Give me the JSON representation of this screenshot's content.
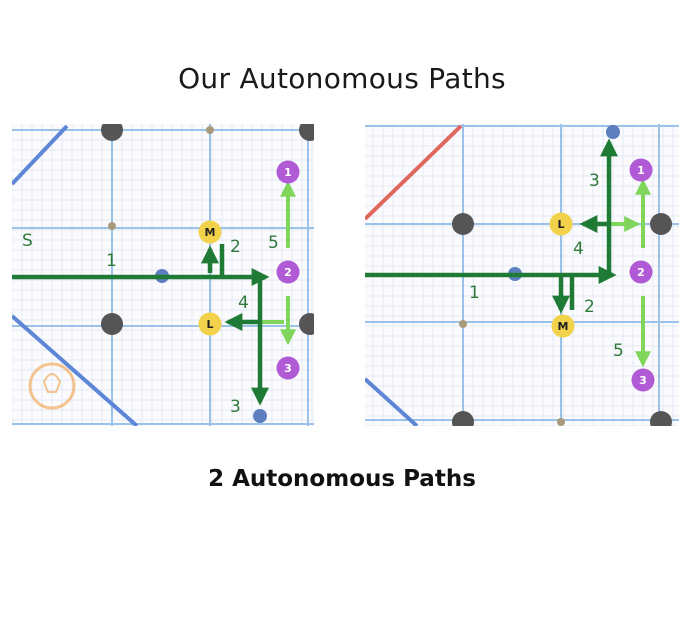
{
  "page": {
    "title": "Our Autonomous Paths",
    "caption": "2 Autonomous Paths"
  },
  "colors": {
    "path_dark": "#1f7a35",
    "path_light": "#7fd65a",
    "node_purple": "#b05ad6",
    "node_yellow": "#f2d24a",
    "grid_line": "#9bc3ea",
    "peg_dark": "#555555",
    "diagonal_blue": "#5d87d6",
    "diagonal_red": "#e0675e"
  },
  "left_diagram": {
    "start_label": "S",
    "path_labels": [
      "1",
      "2",
      "3",
      "4",
      "5"
    ],
    "nodes": {
      "waypoint_1": "1",
      "waypoint_2": "2",
      "waypoint_3": "3",
      "marker_m": "M",
      "marker_l": "L"
    }
  },
  "right_diagram": {
    "path_labels": [
      "1",
      "2",
      "3",
      "4",
      "5"
    ],
    "nodes": {
      "waypoint_1": "1",
      "waypoint_2": "2",
      "waypoint_3": "3",
      "marker_m": "M",
      "marker_l": "L"
    }
  }
}
